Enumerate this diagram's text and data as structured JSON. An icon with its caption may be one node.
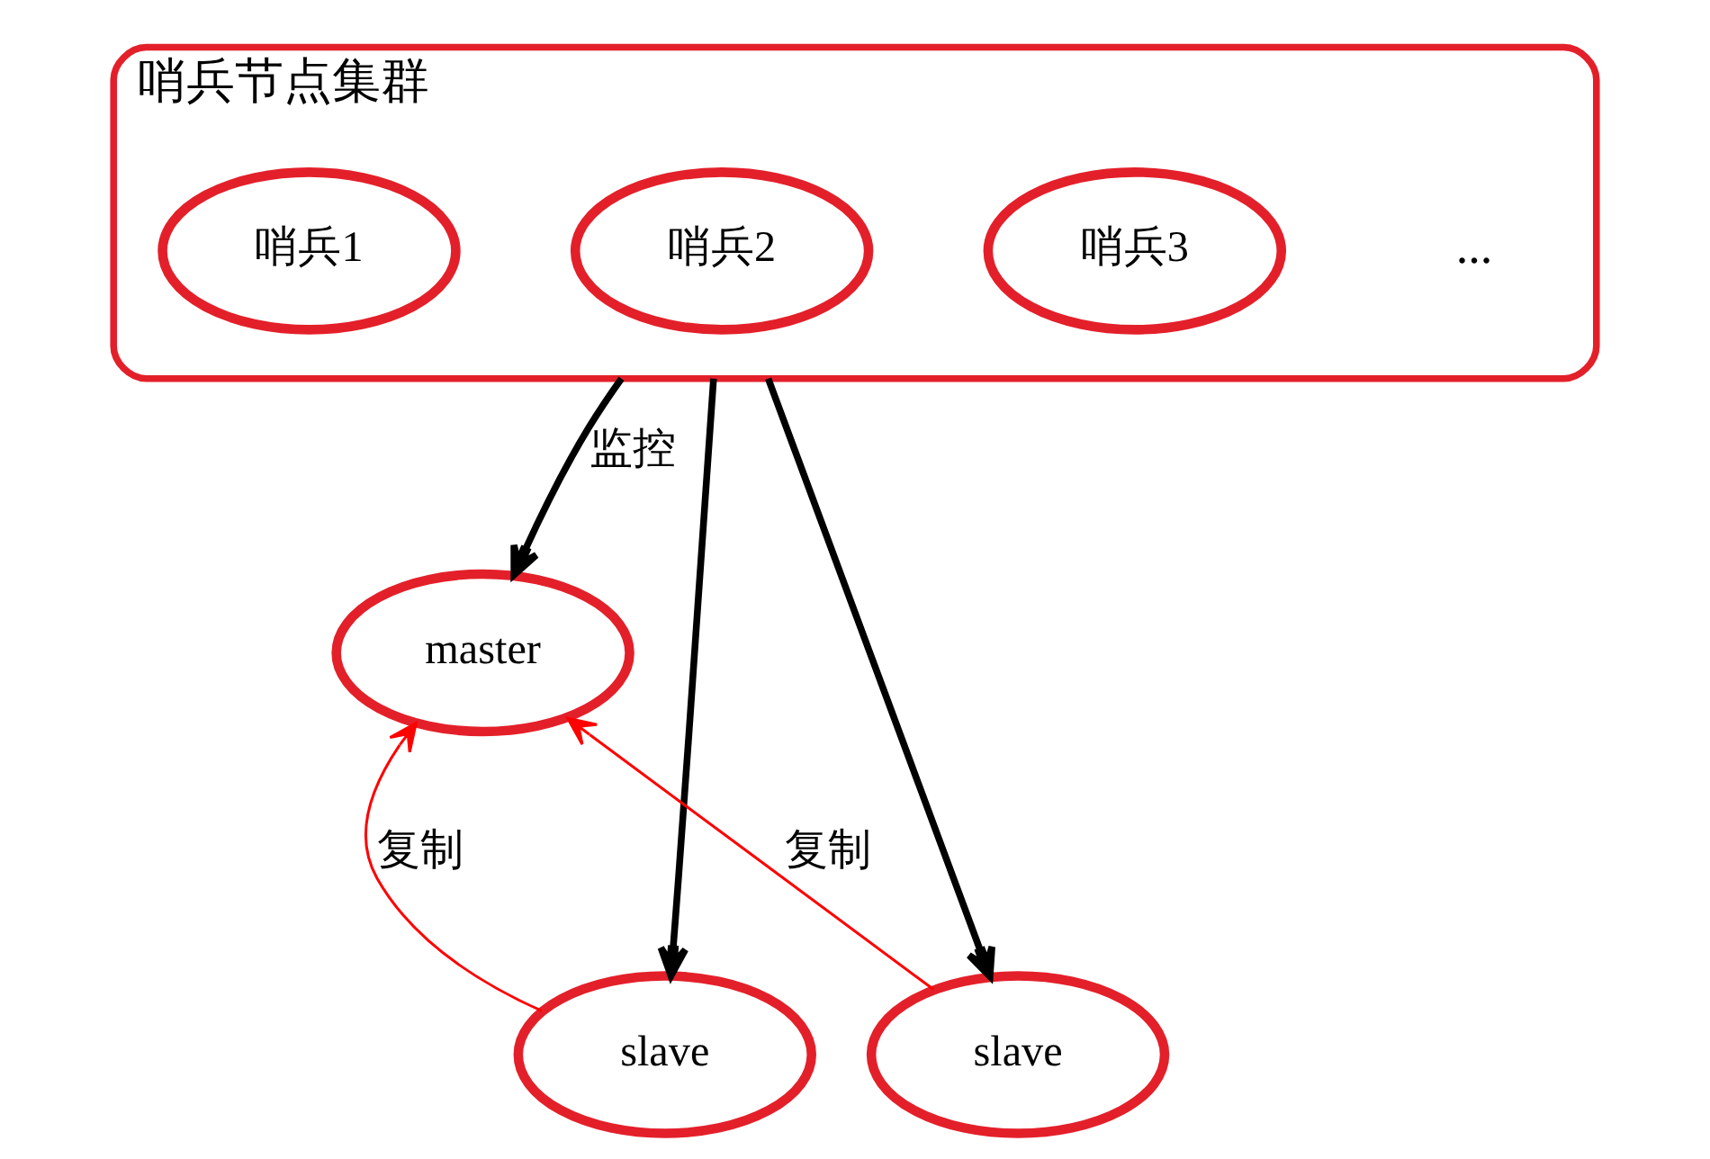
{
  "diagram": {
    "nodes": [
      {
        "text": [
          "哨兵节点集群"
        ]
      },
      {
        "text": [
          "哨兵1"
        ],
        "in": 0
      },
      {
        "text": [
          "哨兵2"
        ],
        "in": 0
      },
      {
        "text": [
          "哨兵3"
        ],
        "in": 0
      },
      {
        "text": [
          "master"
        ]
      },
      {
        "text": [
          "slave"
        ]
      },
      {
        "text": [
          "slave"
        ]
      }
    ],
    "edges": [
      {
        "from": 0,
        "to": 4,
        "arrow": "to",
        "label": "监控"
      },
      {
        "from": 0,
        "to": 5,
        "arrow": "to"
      },
      {
        "from": 0,
        "to": 6,
        "arrow": "to"
      },
      {
        "from": 5,
        "to": 4,
        "arrow": "to",
        "label": "复制",
        "color": "#ff0000"
      },
      {
        "from": 6,
        "to": 4,
        "arrow": "to",
        "label": "复制",
        "color": "#ff0000"
      }
    ],
    "labels": [
      "..."
    ]
  }
}
